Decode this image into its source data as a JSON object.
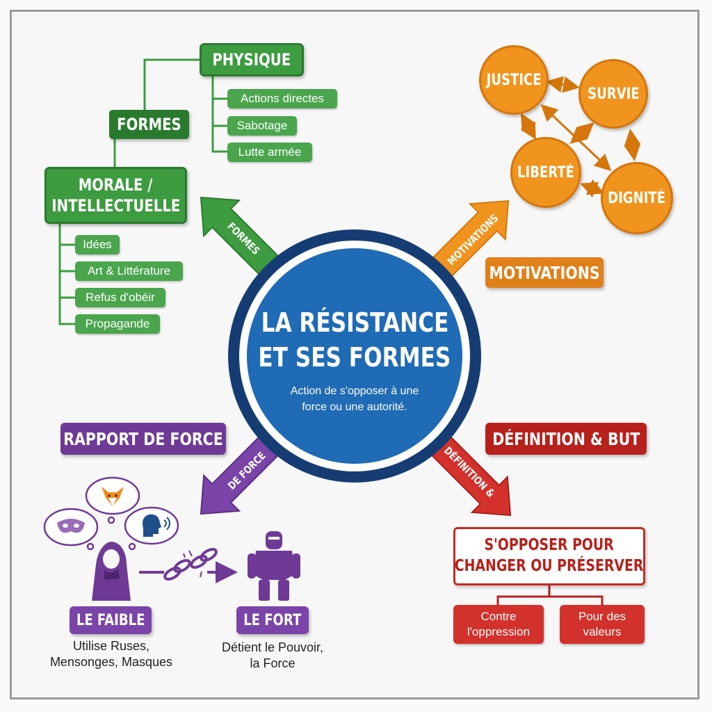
{
  "center": {
    "title_line1": "LA RÉSISTANCE",
    "title_line2": "ET SES FORMES",
    "subtitle_line1": "Action de s'opposer à une",
    "subtitle_line2": "force ou une autorité."
  },
  "arrows": {
    "formes": "FORMES",
    "motivations": "MOTIVATIONS",
    "rapport": "DE FORCE",
    "definition": "DÉFINITION &"
  },
  "formes": {
    "label": "FORMES",
    "physique": {
      "title": "PHYSIQUE",
      "items": [
        "Actions directes",
        "Sabotage",
        "Lutte armée"
      ]
    },
    "morale": {
      "title_line1": "MORALE /",
      "title_line2": "INTELLECTUELLE",
      "items": [
        "Idées",
        "Art & Littérature",
        "Refus d'obéir",
        "Propagande"
      ]
    }
  },
  "motivations": {
    "label": "MOTIVATIONS",
    "nodes": [
      "JUSTICE",
      "SURVIE",
      "LIBERTÉ",
      "DIGNITÉ"
    ]
  },
  "rapport": {
    "label": "RAPPORT DE FORCE",
    "faible": {
      "title": "LE FAIBLE",
      "desc_line1": "Utilise Ruses,",
      "desc_line2": "Mensonges, Masques"
    },
    "fort": {
      "title": "LE FORT",
      "desc_line1": "Détient le Pouvoir,",
      "desc_line2": "la Force"
    }
  },
  "definition": {
    "label": "DÉFINITION & BUT",
    "main_line1": "S'OPPOSER POUR",
    "main_line2": "CHANGER OU PRÉSERVER",
    "items": [
      {
        "line1": "Contre",
        "line2": "l'oppression"
      },
      {
        "line1": "Pour des",
        "line2": "valeurs"
      }
    ]
  },
  "colors": {
    "green": "#3d9b40",
    "orange": "#f0941e",
    "purple": "#6e3a96",
    "red": "#d3312b",
    "blue": "#1f6bb5",
    "navy": "#163d73"
  }
}
